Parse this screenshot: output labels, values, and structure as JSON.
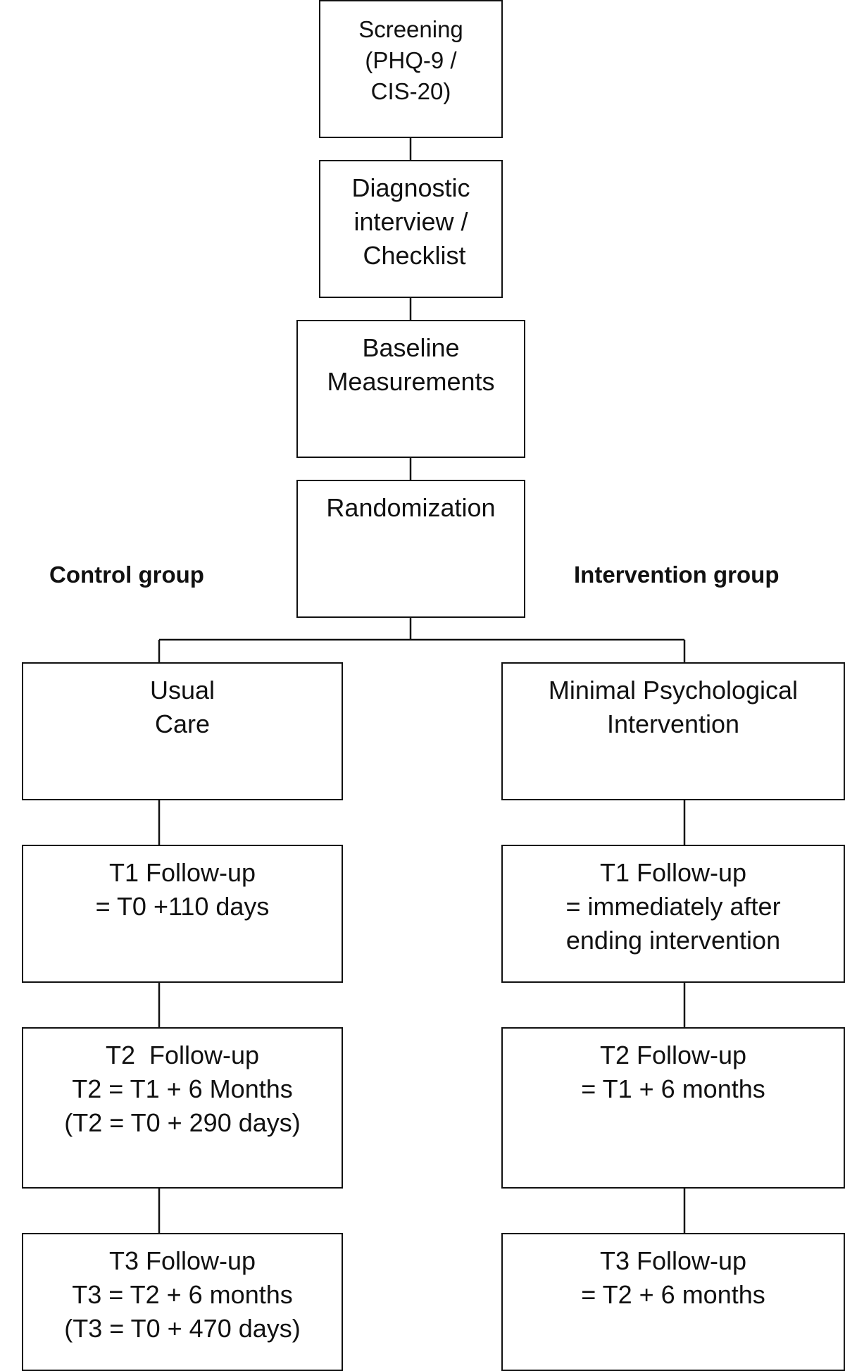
{
  "diagram": {
    "nodes": {
      "screening": {
        "lines": [
          "Screening",
          "(PHQ-9 /",
          "CIS-20)"
        ]
      },
      "diagnostic": {
        "lines": [
          "Diagnostic",
          "interview /",
          " Checklist"
        ]
      },
      "baseline": {
        "lines": [
          "Baseline",
          "Measurements"
        ]
      },
      "randomization": {
        "lines": [
          "Randomization"
        ]
      },
      "usual_care": {
        "lines": [
          "Usual",
          "Care"
        ]
      },
      "mpi": {
        "lines": [
          "Minimal Psychological",
          "Intervention"
        ]
      },
      "control_t1": {
        "lines": [
          "T1 Follow-up",
          "= T0 +110 days"
        ]
      },
      "intervention_t1": {
        "lines": [
          "T1 Follow-up",
          "= immediately after",
          "ending intervention"
        ]
      },
      "control_t2": {
        "lines": [
          "T2  Follow-up",
          "T2 = T1 + 6 Months",
          "(T2 = T0 + 290 days)"
        ]
      },
      "intervention_t2": {
        "lines": [
          "T2 Follow-up",
          "= T1 + 6 months"
        ]
      },
      "control_t3": {
        "lines": [
          "T3 Follow-up",
          "T3 = T2 + 6 months",
          "(T3 = T0 + 470 days)"
        ]
      },
      "intervention_t3": {
        "lines": [
          "T3 Follow-up",
          "= T2 + 6 months"
        ]
      }
    },
    "group_labels": {
      "control": "Control group",
      "intervention": "Intervention group"
    }
  }
}
